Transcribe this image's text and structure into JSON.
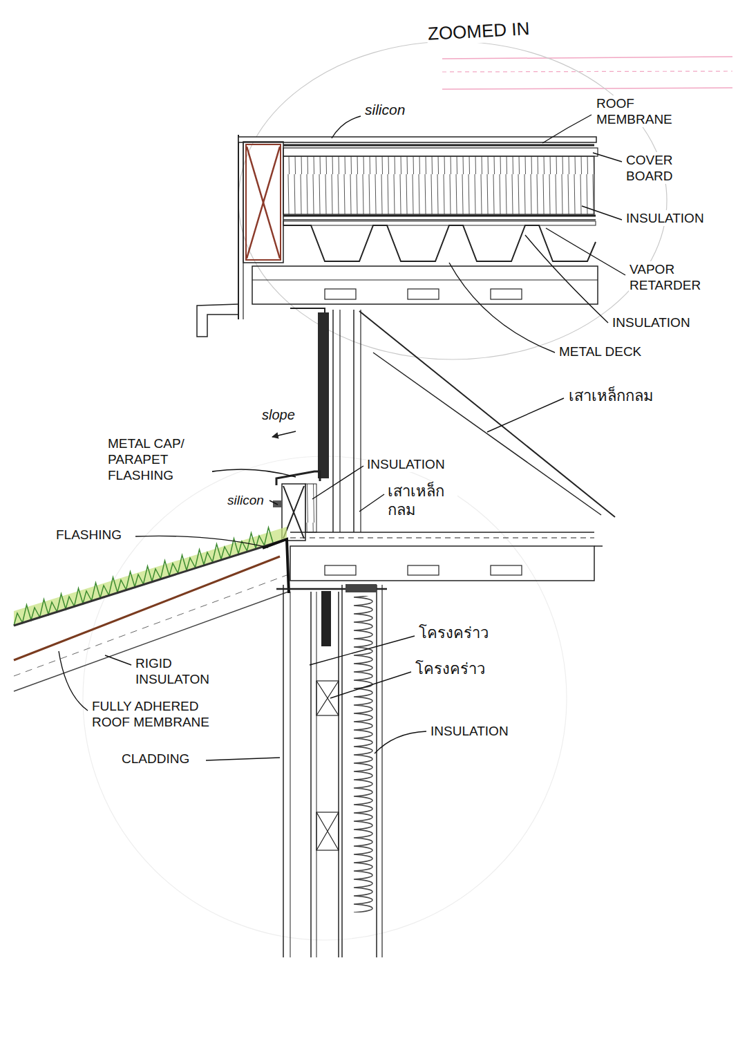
{
  "diagram": {
    "labels": [
      "ZOOMED IN",
      "silicon",
      "ROOF MEMBRANE",
      "COVER BOARD",
      "INSULATION",
      "VAPOR RETARDER",
      "INSULATION",
      "METAL DECK",
      "เสาเหล็กกลม",
      "slope",
      "METAL CAP/ PARAPET FLASHING",
      "silicon",
      "INSULATION",
      "เสาเหล็ก กลม",
      "FLASHING",
      "โครงคร่าว",
      "โครงคร่าว",
      "INSULATION",
      "RIGID INSULATON",
      "FULLY ADHERED ROOF MEMBRANE",
      "CLADDING"
    ]
  }
}
